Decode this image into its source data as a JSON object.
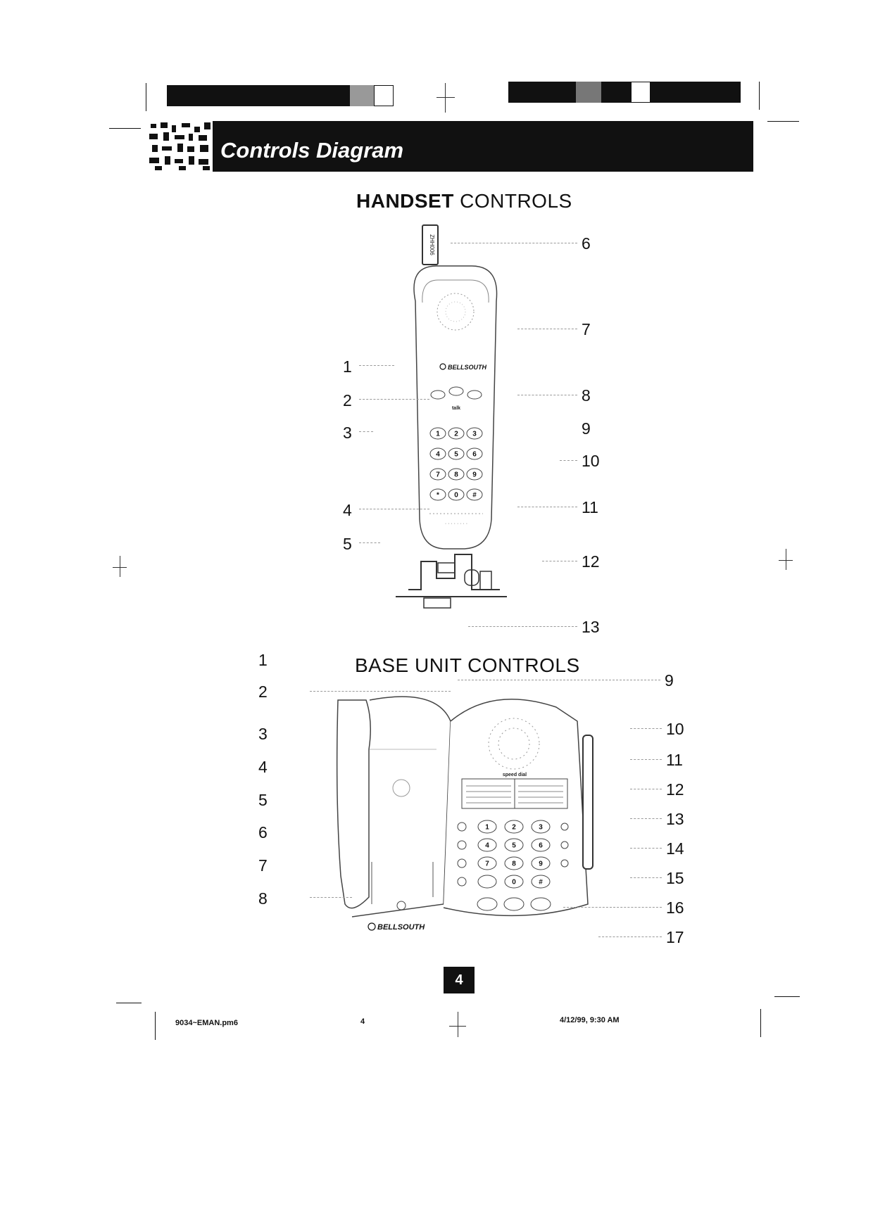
{
  "header": {
    "title": "Controls Diagram"
  },
  "handset": {
    "title_bold": "HANDSET",
    "title_rest": " CONTROLS",
    "brand": "BELLSOUTH",
    "antenna_label": "ZHH006",
    "left_labels": [
      "1",
      "2",
      "3",
      "4",
      "5"
    ],
    "right_labels": [
      "6",
      "7",
      "8",
      "9",
      "10",
      "11",
      "12",
      "13"
    ],
    "keys": [
      "1",
      "2",
      "3",
      "4",
      "5",
      "6",
      "7",
      "8",
      "9",
      "*",
      "0",
      "#"
    ],
    "talk_label": "talk"
  },
  "base": {
    "title": "BASE UNIT CONTROLS",
    "brand": "BELLSOUTH",
    "speed_dial_label": "speed dial",
    "left_labels": [
      "1",
      "2",
      "3",
      "4",
      "5",
      "6",
      "7",
      "8"
    ],
    "right_labels": [
      "9",
      "10",
      "11",
      "12",
      "13",
      "14",
      "15",
      "16",
      "17"
    ],
    "keys": [
      "1",
      "2",
      "3",
      "4",
      "5",
      "6",
      "7",
      "8",
      "9",
      "",
      "0",
      "#"
    ]
  },
  "page_number": "4",
  "footer": {
    "file": "9034~EMAN.pm6",
    "page": "4",
    "datetime": "4/12/99, 9:30 AM"
  }
}
